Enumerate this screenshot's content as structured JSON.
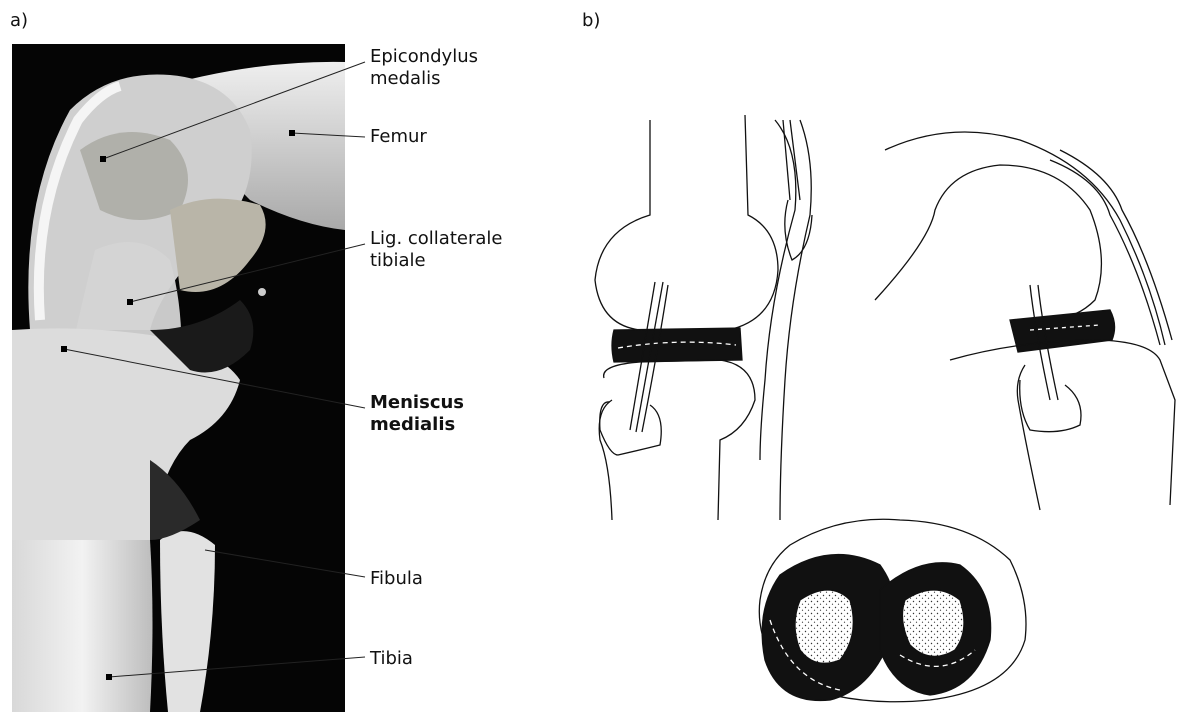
{
  "panels": {
    "a_label": "a)",
    "b_label": "b)"
  },
  "photo_annotations": [
    {
      "id": "epicondylus",
      "text": "Epicondylus\nmedalis",
      "bold": false
    },
    {
      "id": "femur",
      "text": "Femur",
      "bold": false
    },
    {
      "id": "lig",
      "text": "Lig. collaterale\ntibiale",
      "bold": false
    },
    {
      "id": "meniscus",
      "text": "Meniscus\nmedialis",
      "bold": true
    },
    {
      "id": "fibula",
      "text": "Fibula",
      "bold": false
    },
    {
      "id": "tibia",
      "text": "Tibia",
      "bold": false
    }
  ]
}
